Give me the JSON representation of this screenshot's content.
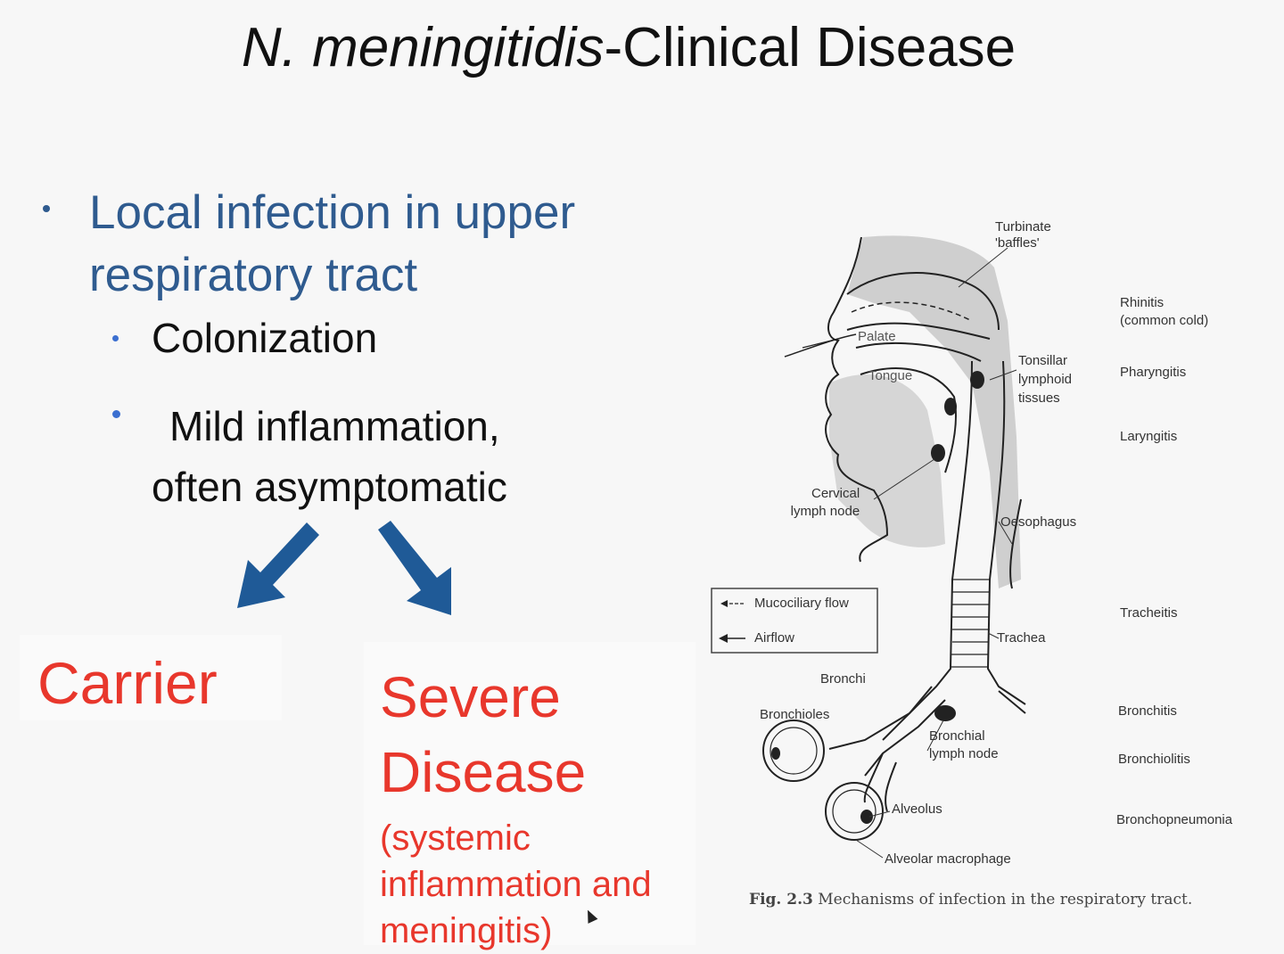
{
  "slide": {
    "title_italic": "N. meningitidis",
    "title_rest": "-Clinical Disease",
    "bullets": {
      "main": "Local infection in upper respiratory tract",
      "sub1": "Colonization",
      "sub2": "Mild inflammation, often asymptomatic"
    },
    "outcomes": {
      "carrier": "Carrier",
      "severe_line1": "Severe",
      "severe_line2": "Disease",
      "severe_detail": "(systemic inflammation and meningitis)"
    },
    "colors": {
      "bullet_blue": "#2f5b8f",
      "outcome_red": "#e8372c",
      "arrow_blue": "#1f5a97"
    }
  },
  "figure": {
    "labels": {
      "turbinate": "Turbinate",
      "baffles": "'baffles'",
      "palate": "Palate",
      "tongue": "Tongue",
      "tonsillar": "Tonsillar",
      "lymphoid": "lymphoid",
      "tissues": "tissues",
      "cervical": "Cervical",
      "lymph_node": "lymph node",
      "oesophagus": "Oesophagus",
      "trachea": "Trachea",
      "bronchi": "Bronchi",
      "bronchioles": "Bronchioles",
      "bronchial": "Bronchial",
      "bronchial_ln": "lymph node",
      "alveolus": "Alveolus",
      "alveolar_macrophage": "Alveolar macrophage",
      "legend_mucociliary": "Mucociliary flow",
      "legend_airflow": "Airflow",
      "rhinitis": "Rhinitis",
      "common_cold": "(common cold)",
      "pharyngitis": "Pharyngitis",
      "laryngitis": "Laryngitis",
      "tracheitis": "Tracheitis",
      "bronchitis": "Bronchitis",
      "bronchiolitis": "Bronchiolitis",
      "bronchopneumonia": "Bronchopneumonia"
    },
    "caption_label": "Fig. 2.3",
    "caption_text": " Mechanisms of infection in the respiratory tract."
  }
}
